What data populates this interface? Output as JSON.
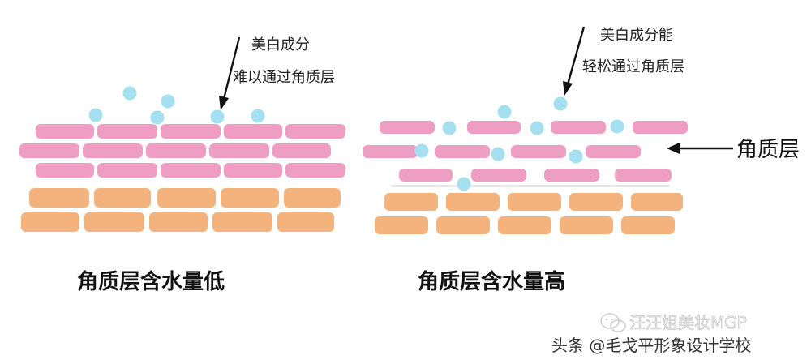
{
  "left_panel": {
    "annotation_line1": "美白成分",
    "annotation_line2": "难以通过角质层",
    "caption": "角质层含水量低"
  },
  "right_panel": {
    "annotation_line1": "美白成分能",
    "annotation_line2": "轻松通过角质层",
    "caption": "角质层含水量高",
    "layer_label": "角质层"
  },
  "watermark": {
    "account": "汪汪姐美妆MGP",
    "source": "头条 @毛戈平形象设计学校"
  },
  "colors": {
    "corneocyte": "#ef9ec3",
    "basal_cell": "#f4b27c",
    "whitening_molecule": "#a4e0ef"
  },
  "icons": [
    "wechat-icon"
  ]
}
